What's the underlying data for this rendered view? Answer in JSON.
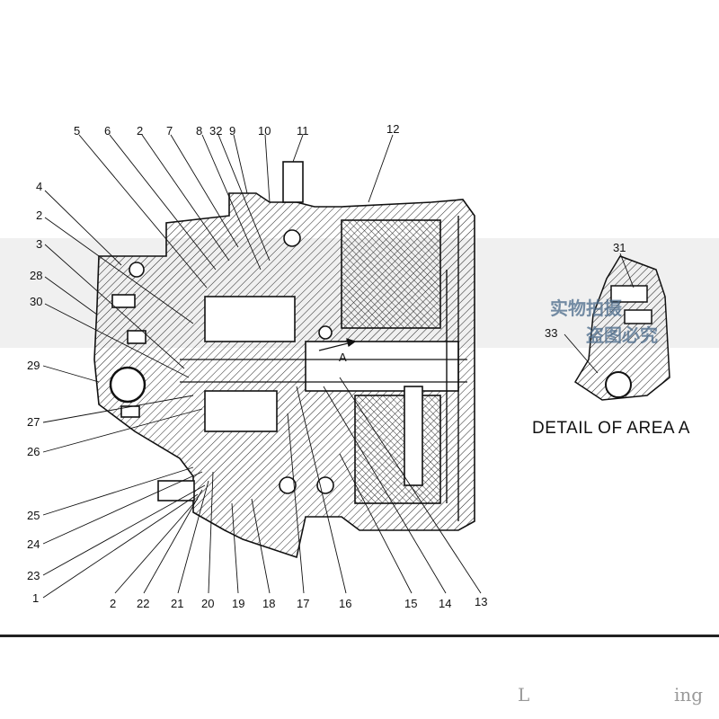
{
  "diagram": {
    "callouts_top": [
      "5",
      "6",
      "2",
      "7",
      "8",
      "32",
      "9",
      "10",
      "11",
      "12"
    ],
    "callouts_left": [
      "4",
      "2",
      "3",
      "28",
      "30",
      "29",
      "27",
      "26",
      "25",
      "24",
      "23",
      "1"
    ],
    "callouts_bottom": [
      "2",
      "22",
      "21",
      "20",
      "19",
      "18",
      "17",
      "16",
      "15",
      "14",
      "13"
    ],
    "arrow_label": "A",
    "detail": {
      "title": "DETAIL OF AREA A",
      "callouts": [
        "31",
        "33"
      ]
    }
  },
  "watermark": {
    "line1": "实物拍摄",
    "line2": "盗图必究"
  },
  "footer": {
    "fragment_left": "L",
    "fragment_right": "ing"
  },
  "colors": {
    "ink": "#111111",
    "band": "#d8d8d8",
    "watermark": "#4a6a8a"
  }
}
